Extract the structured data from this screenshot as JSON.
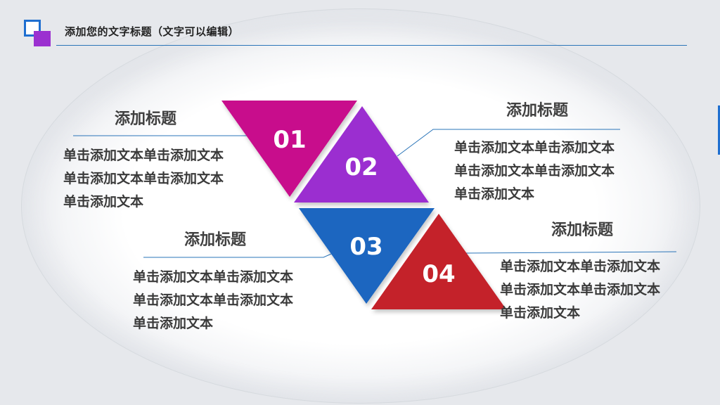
{
  "header": {
    "title": "添加您的文字标题（文字可以编辑）"
  },
  "colors": {
    "accent_blue": "#1f6fd0",
    "accent_purple": "#9b30d0"
  },
  "items": [
    {
      "number": "01",
      "title": "添加标题",
      "body": "单击添加文本单击添加文本单击添加文本单击添加文本单击添加文本",
      "color": "#c8108c"
    },
    {
      "number": "02",
      "title": "添加标题",
      "body": "单击添加文本单击添加文本单击添加文本单击添加文本单击添加文本",
      "color": "#9b2fd0"
    },
    {
      "number": "03",
      "title": "添加标题",
      "body": "单击添加文本单击添加文本单击添加文本单击添加文本单击添加文本",
      "color": "#1a66c0"
    },
    {
      "number": "04",
      "title": "添加标题",
      "body": "单击添加文本单击添加文本单击添加文本单击添加文本单击添加文本",
      "color": "#c4202c"
    }
  ]
}
